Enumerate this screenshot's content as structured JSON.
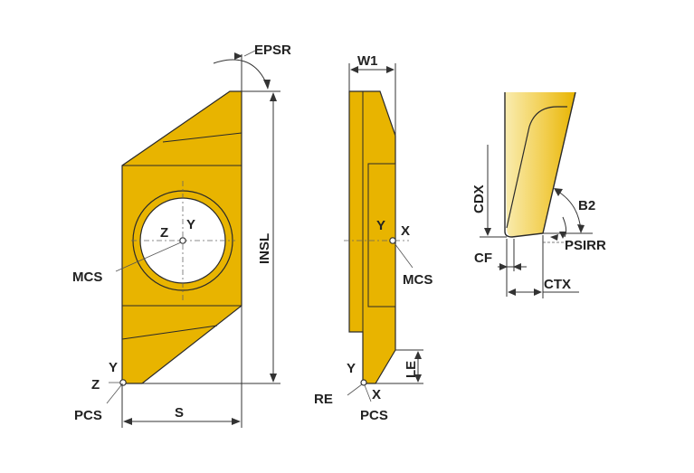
{
  "colors": {
    "insert_fill": "#e8b400",
    "insert_shade": "#f7e38a",
    "outline": "#2a2a2a",
    "dimension_line": "#333333",
    "text": "#222222"
  },
  "front_view": {
    "labels": {
      "epsr": "EPSR",
      "insl": "INSL",
      "s": "S",
      "mcs": "MCS",
      "pcs": "PCS",
      "y_center": "Y",
      "z_center": "Z",
      "y_corner": "Y",
      "z_corner": "Z"
    }
  },
  "side_view": {
    "labels": {
      "w1": "W1",
      "mcs": "MCS",
      "pcs": "PCS",
      "re": "RE",
      "le": "LE",
      "y_center": "Y",
      "x_center": "X",
      "y_corner": "Y",
      "x_corner": "X"
    }
  },
  "detail_view": {
    "labels": {
      "cdx": "CDX",
      "b2": "B2",
      "psirr": "PSIRR",
      "cf": "CF",
      "ctx": "CTX"
    }
  }
}
